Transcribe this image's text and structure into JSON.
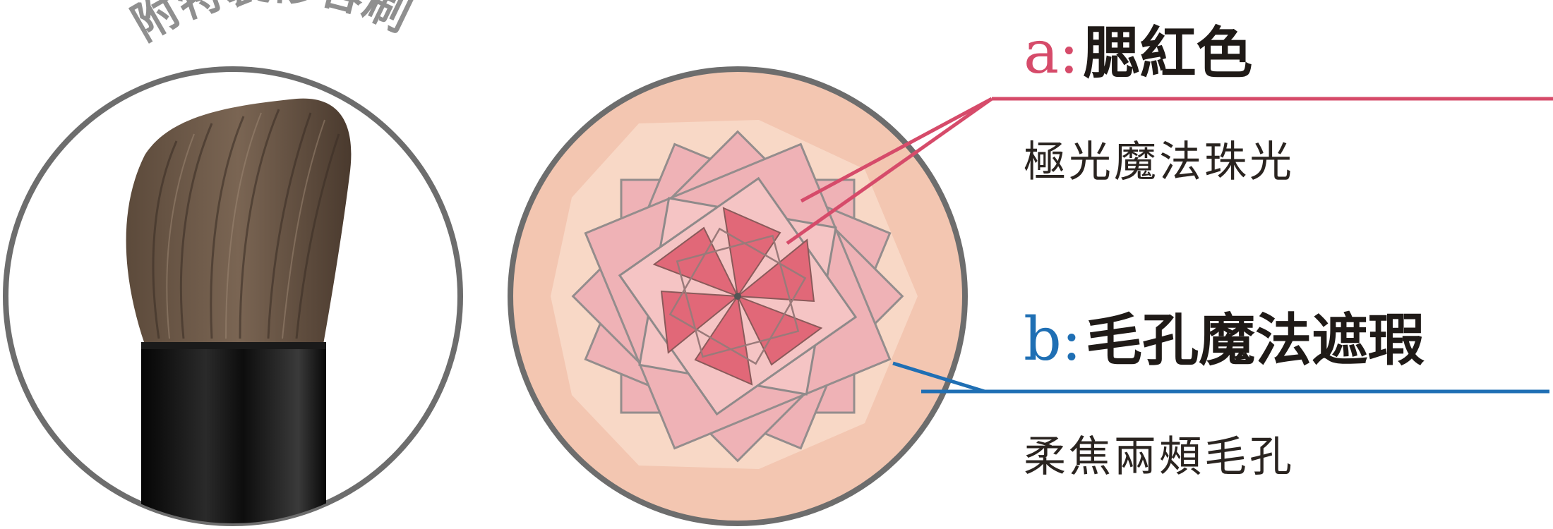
{
  "brush": {
    "caption": "附特製修容刷"
  },
  "label_a": {
    "letter": "a",
    "separator": ":",
    "title": "腮紅色",
    "subtitle": "極光魔法珠光"
  },
  "label_b": {
    "letter": "b",
    "separator": ":",
    "title": "毛孔魔法遮瑕",
    "subtitle": "柔焦兩頰毛孔"
  },
  "colors": {
    "label_a_accent": "#d64b6a",
    "label_b_accent": "#1f6fb4",
    "circle_border": "#6d6d6d",
    "powder_outer": "#f3c6b1",
    "powder_mid": "#f8d8c6",
    "powder_pink": "#efb0b6",
    "powder_red": "#e16878"
  }
}
